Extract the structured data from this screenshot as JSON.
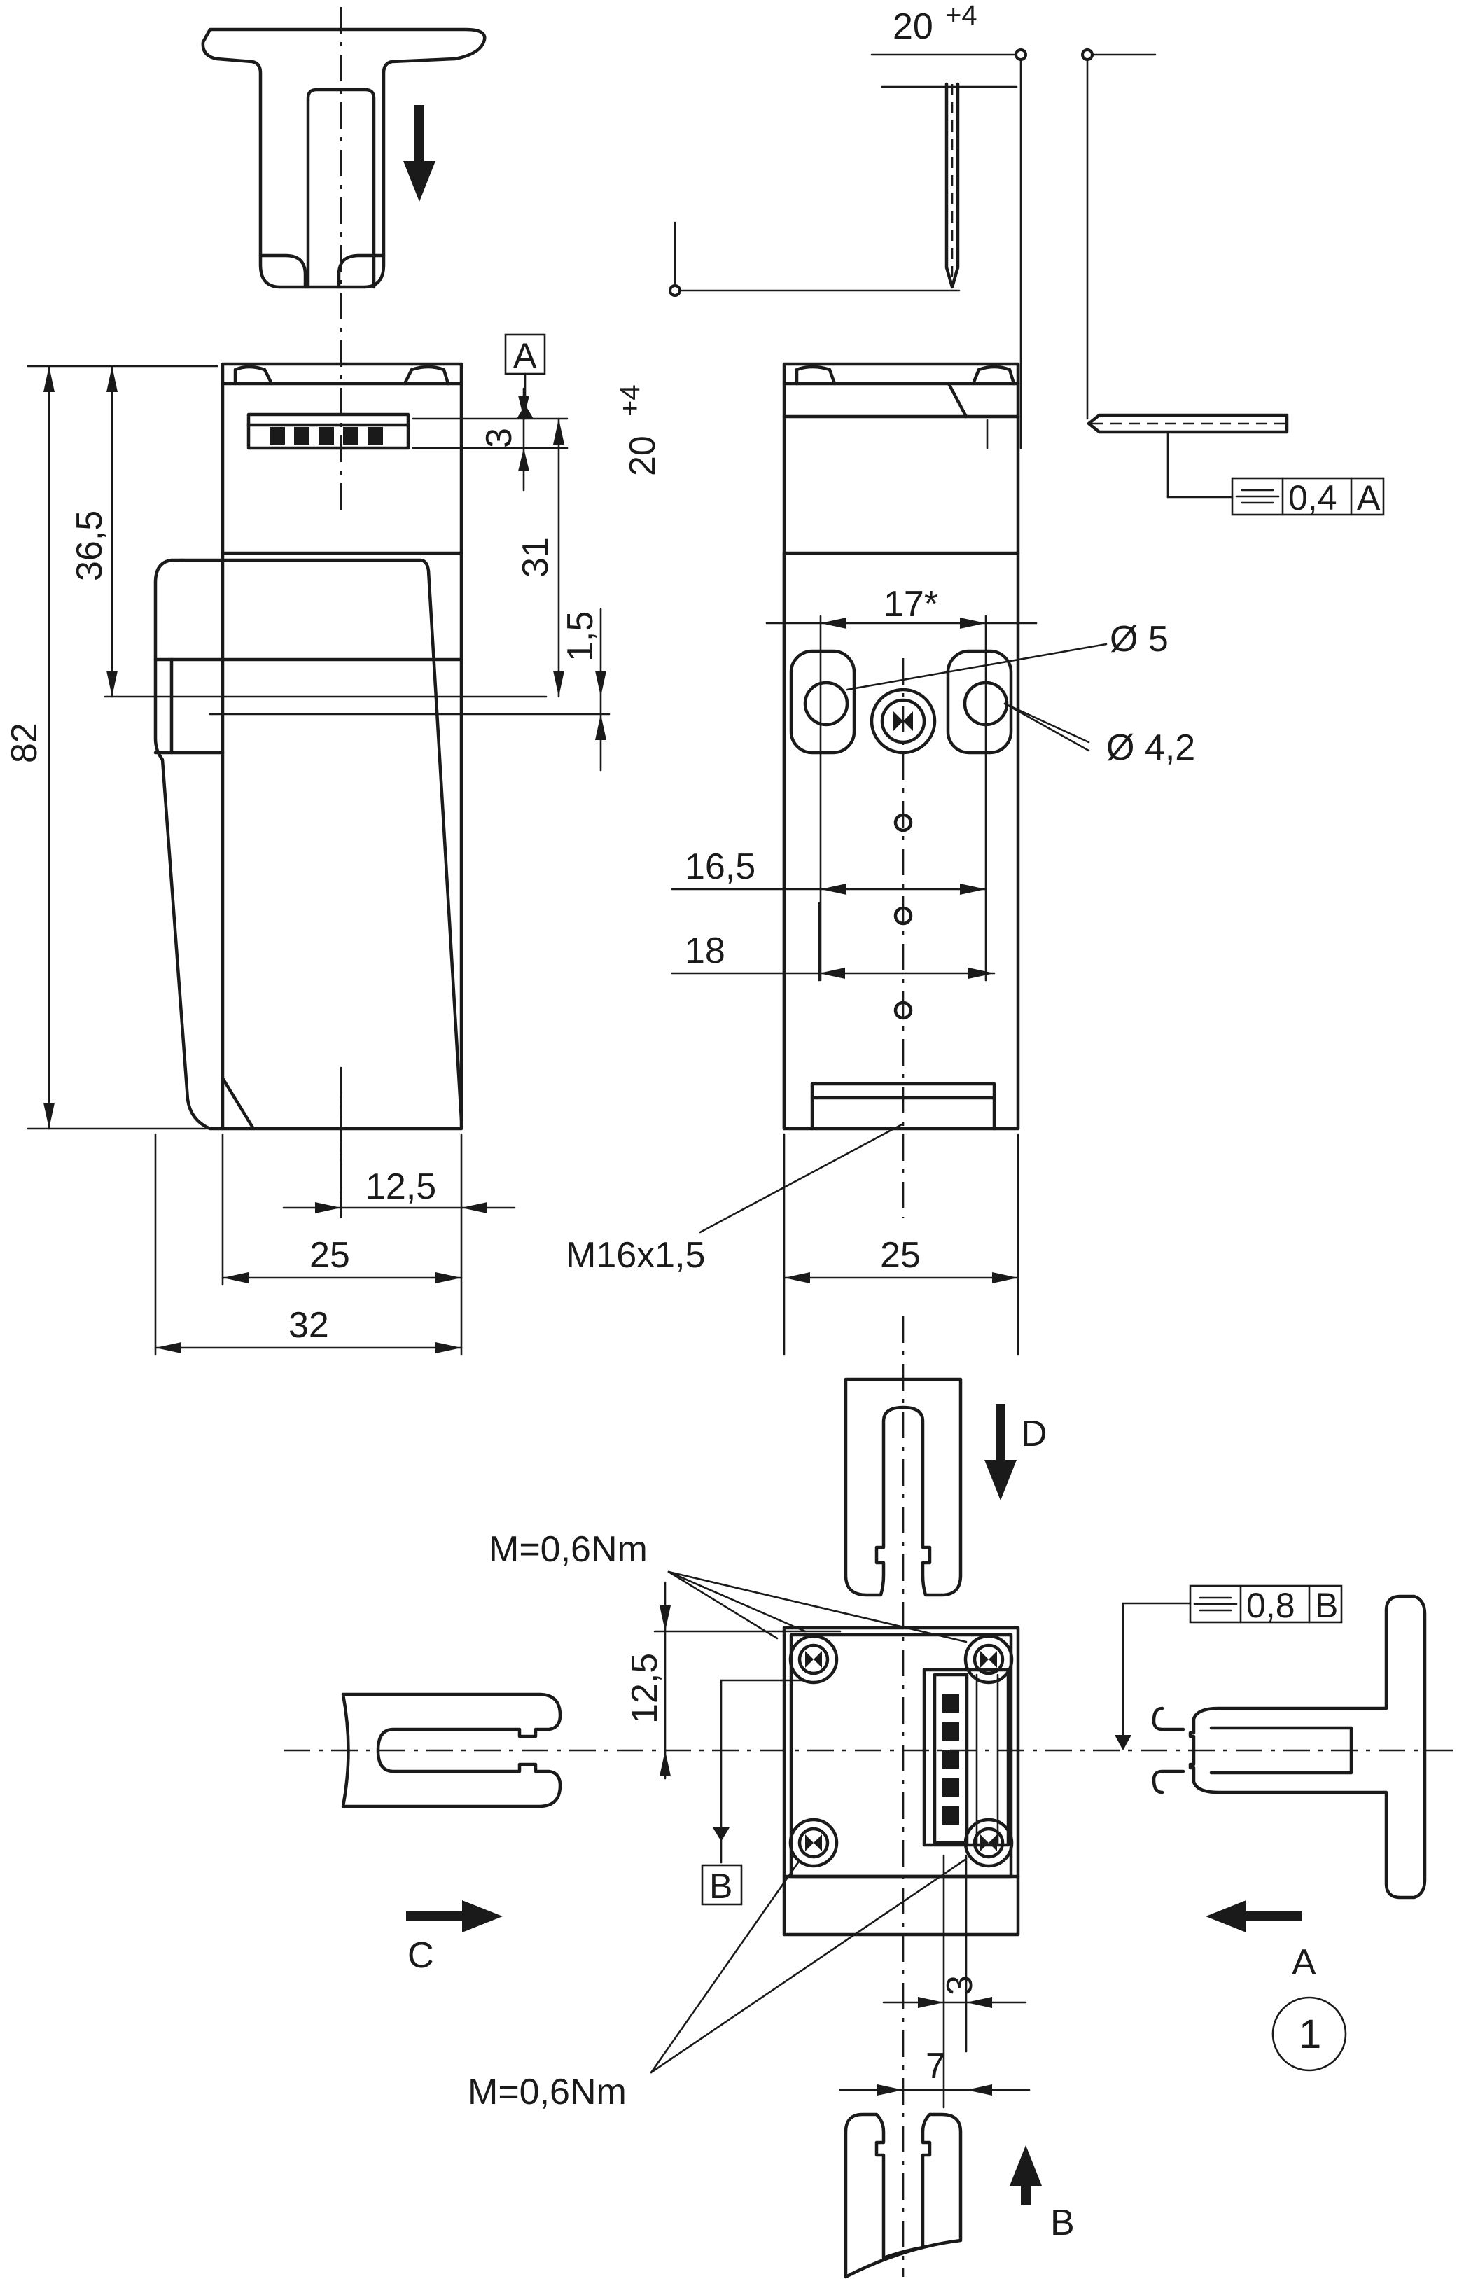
{
  "dimensions": {
    "d20_top": "20",
    "d20_top_tol": "+4",
    "d20_side": "20",
    "d20_side_tol": "+4",
    "d82": "82",
    "d36_5": "36,5",
    "d3_top": "3",
    "d31": "31",
    "d1_5": "1,5",
    "d17": "17*",
    "d_dia5": "Ø 5",
    "d_dia4_2": "Ø 4,2",
    "d16_5": "16,5",
    "d18": "18",
    "d12_5_front": "12,5",
    "d25_front": "25",
    "d32": "32",
    "d25_side": "25",
    "thread": "M16x1,5",
    "d12_5_plan": "12,5",
    "d3_plan": "3",
    "d7_plan": "7"
  },
  "tolerances": {
    "flat1_value": "0,4",
    "flat1_datum": "A",
    "flat2_value": "0,8",
    "flat2_datum": "B"
  },
  "datums": {
    "a": "A",
    "b": "B"
  },
  "torque": {
    "upper": "M=0,6Nm",
    "lower": "M=0,6Nm"
  },
  "directions": {
    "d": "D",
    "c": "C",
    "a": "A",
    "b": "B"
  },
  "callout": {
    "number": "1"
  }
}
